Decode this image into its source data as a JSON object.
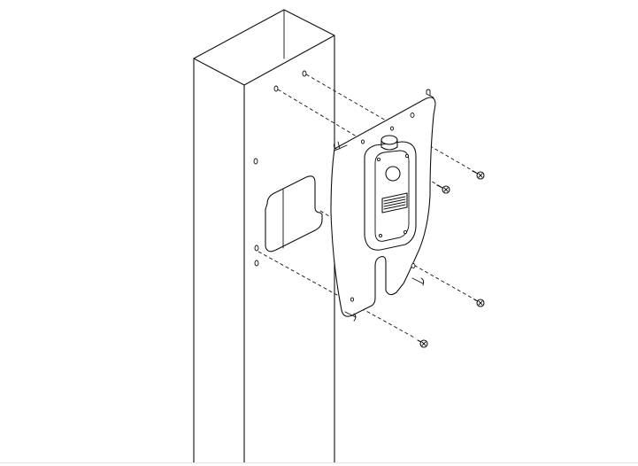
{
  "diagram": {
    "type": "exploded-assembly",
    "parts": [
      "post",
      "mounting-plate",
      "charger-unit",
      "screws"
    ],
    "screw_count": 4,
    "stud_count": 4
  }
}
